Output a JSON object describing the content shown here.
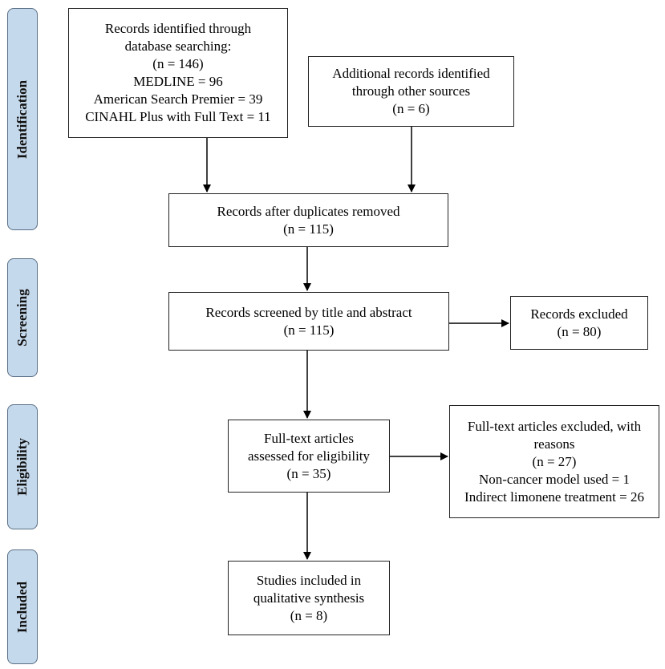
{
  "stages": [
    {
      "label": "Identification"
    },
    {
      "label": "Screening"
    },
    {
      "label": "Eligibility"
    },
    {
      "label": "Included"
    }
  ],
  "boxes": {
    "database": {
      "lines": [
        "Records identified through",
        "database searching:",
        "(n = 146)",
        "MEDLINE = 96",
        "American Search Premier = 39",
        "CINAHL Plus with Full Text = 11"
      ]
    },
    "other_sources": {
      "lines": [
        "Additional records identified",
        "through other sources",
        "(n = 6)"
      ]
    },
    "duplicates_removed": {
      "lines": [
        "Records after duplicates removed",
        "(n = 115)"
      ]
    },
    "screened": {
      "lines": [
        "Records screened by title and abstract",
        "(n = 115)"
      ]
    },
    "excluded": {
      "lines": [
        "Records excluded",
        "(n = 80)"
      ]
    },
    "fulltext": {
      "lines": [
        "Full-text articles",
        "assessed for eligibility",
        "(n = 35)"
      ]
    },
    "fulltext_excluded": {
      "lines": [
        "Full-text articles excluded, with",
        "reasons",
        "(n = 27)",
        "Non-cancer model used = 1",
        "Indirect limonene treatment = 26"
      ]
    },
    "included": {
      "lines": [
        "Studies included in",
        "qualitative synthesis",
        "(n = 8)"
      ]
    }
  }
}
